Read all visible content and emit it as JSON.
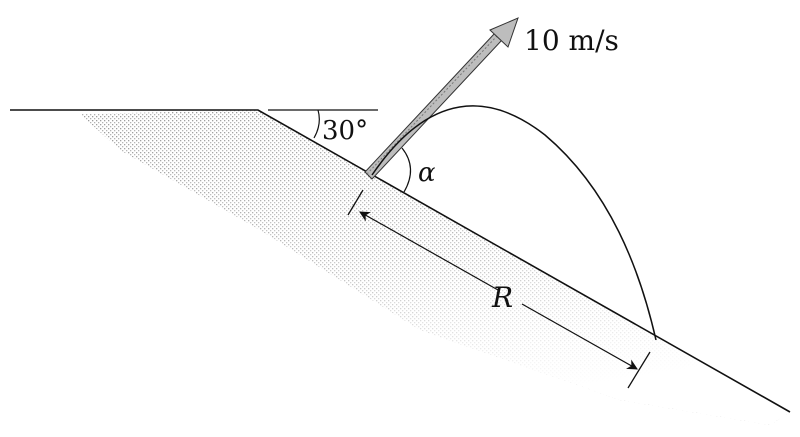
{
  "labels": {
    "speed": "10 m/s",
    "slope_angle": "30°",
    "launch_angle": "α",
    "range": "R"
  },
  "colors": {
    "ink": "#111111",
    "ground": "#c8c8c8",
    "arrow_fill": "#bdbdbd"
  }
}
